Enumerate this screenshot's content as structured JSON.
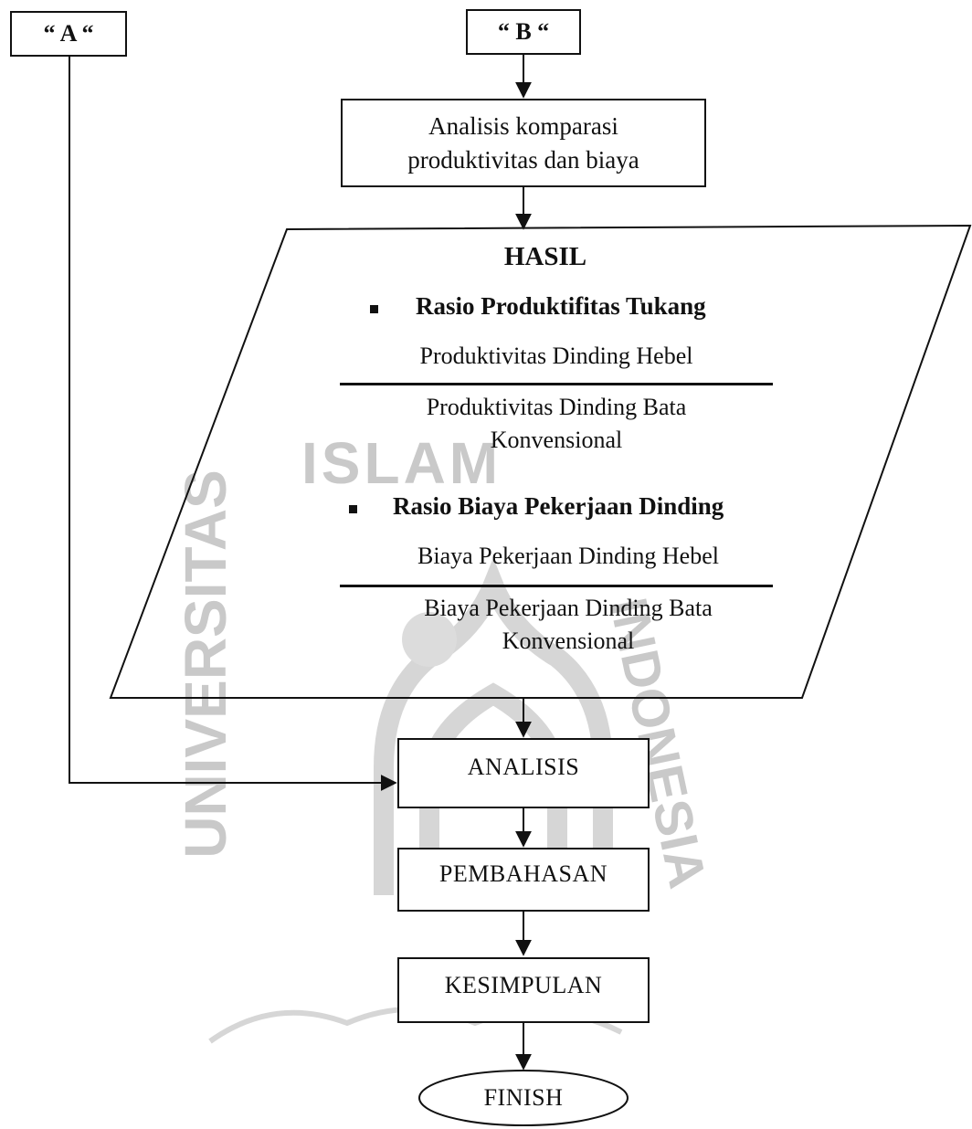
{
  "connectors": {
    "a": "“ A “",
    "b": "“ B “"
  },
  "process": {
    "line1": "Analisis komparasi",
    "line2": "produktivitas dan biaya"
  },
  "hasil": {
    "title": "HASIL",
    "ratio1": {
      "title": "Rasio Produktifitas Tukang",
      "numerator": "Produktivitas Dinding Hebel",
      "denominator_line1": "Produktivitas Dinding Bata",
      "denominator_line2": "Konvensional"
    },
    "ratio2": {
      "title": "Rasio Biaya Pekerjaan Dinding",
      "numerator": "Biaya Pekerjaan Dinding Hebel",
      "denominator_line1": "Biaya Pekerjaan Dinding Bata",
      "denominator_line2": "Konvensional"
    }
  },
  "steps": {
    "analisis": "ANALISIS",
    "pembahasan": "PEMBAHASAN",
    "kesimpulan": "KESIMPULAN",
    "finish": "FINISH"
  },
  "watermark": {
    "left": "UNIVERSITAS",
    "top": "ISLAM",
    "right": "INDONESIA"
  }
}
